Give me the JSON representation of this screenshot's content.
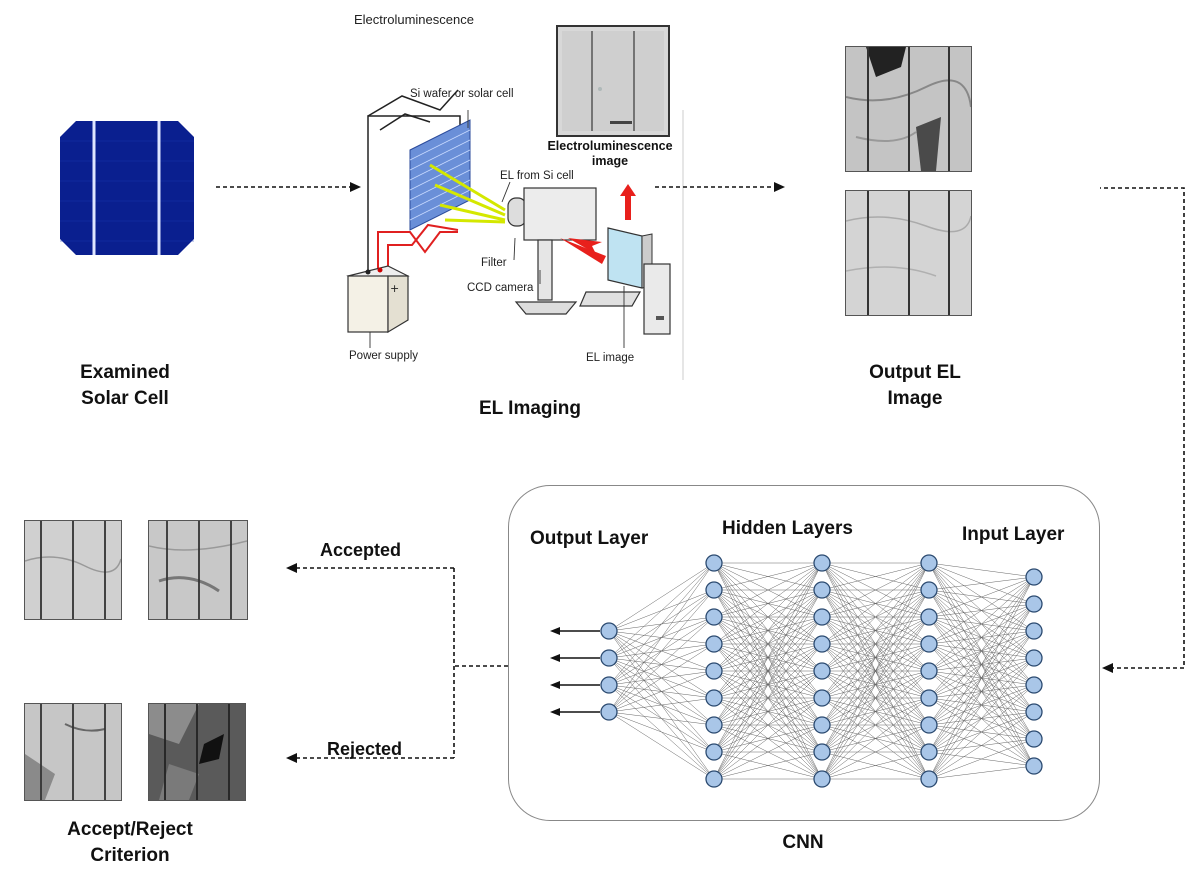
{
  "stages": {
    "solar_cell": "Examined\nSolar Cell",
    "el_imaging": "EL Imaging",
    "output_el": "Output EL\nImage",
    "cnn": "CNN",
    "criterion": "Accept/Reject\nCriterion"
  },
  "el_setup": {
    "title": "Electroluminescence",
    "wafer": "Si wafer or solar cell",
    "el_from_si": "EL from Si cell",
    "filter": "Filter",
    "camera": "CCD camera",
    "power": "Power supply",
    "el_image": "EL image",
    "el_image_caption": "Electroluminescence\nimage"
  },
  "cnn_layers": {
    "output": "Output Layer",
    "hidden": "Hidden Layers",
    "input": "Input Layer"
  },
  "decisions": {
    "accepted": "Accepted",
    "rejected": "Rejected"
  },
  "colors": {
    "cell_blue": "#0a1f8f",
    "node_fill": "#a9c6e8",
    "node_stroke": "#2b4a70",
    "wire_red": "#e02020",
    "beam_yellow": "#d4e800",
    "arrow_red": "#e8201c"
  }
}
